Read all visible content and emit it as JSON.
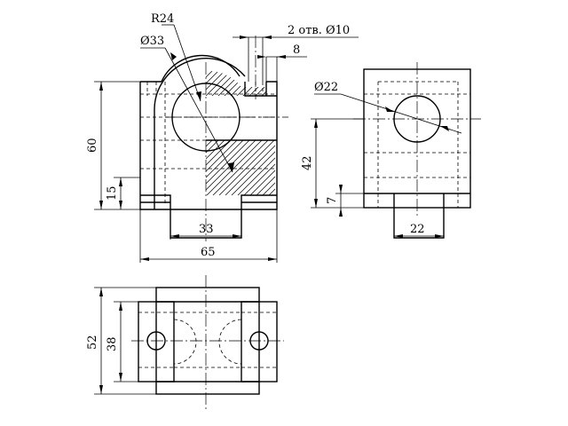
{
  "annotations": {
    "radius_r24": "R24",
    "diameter_33_top": "Ø33",
    "holes_note": "2 отв. Ø10",
    "dim_8": "8",
    "dim_60": "60",
    "dim_15": "15",
    "dim_33": "33",
    "dim_65": "65",
    "diameter_22": "Ø22",
    "dim_42": "42",
    "dim_7": "7",
    "dim_22": "22",
    "dim_52": "52",
    "dim_38": "38"
  }
}
